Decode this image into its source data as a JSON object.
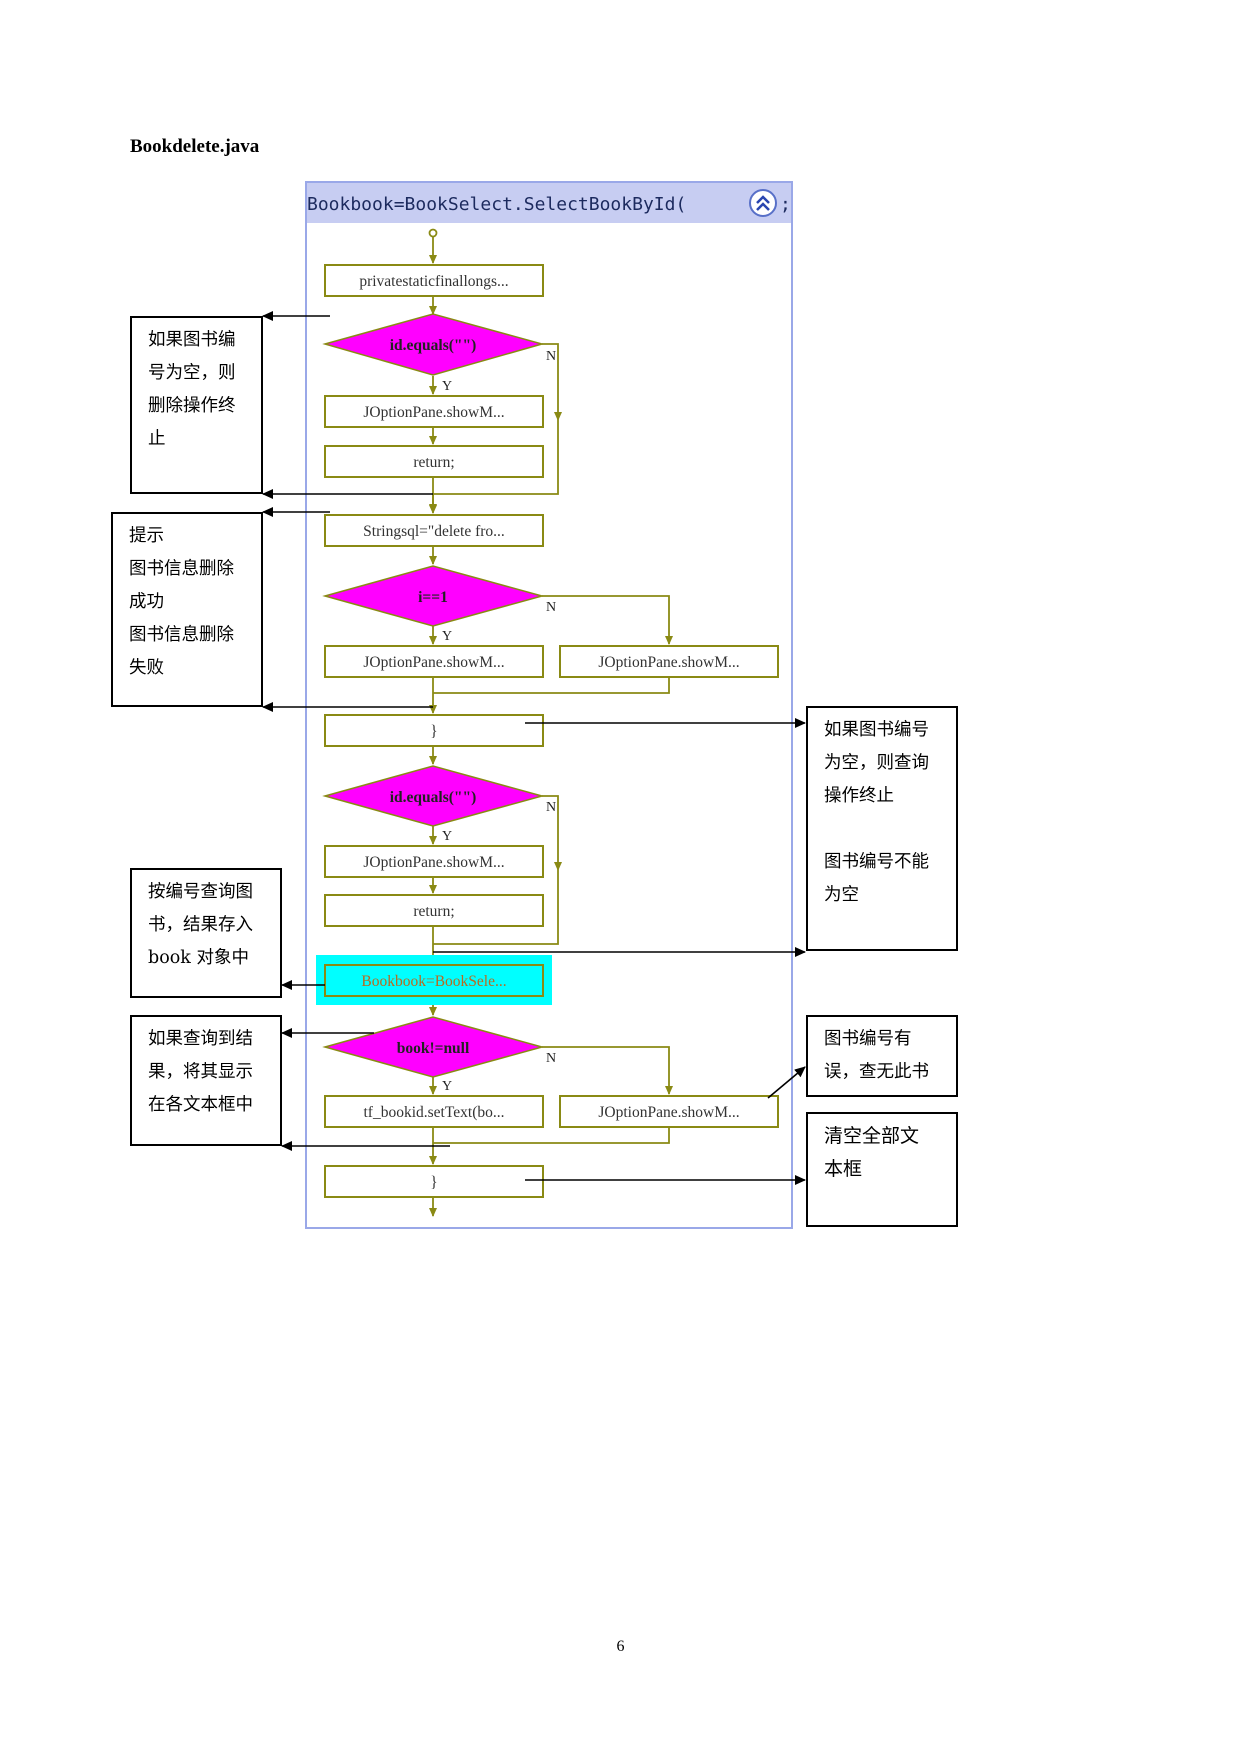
{
  "document": {
    "file_title": "Bookdelete.java",
    "page_number": "6"
  },
  "flowchart": {
    "header": "Bookbook=BookSelect.SelectBookById(",
    "header_suffix": ";",
    "collapse_icon": "double-chevron-up-icon",
    "nodes": {
      "n1": "privatestaticfinallongs...",
      "d1": "id.equals(\"\")",
      "n2": "JOptionPane.showM...",
      "n3": "return;",
      "n4": "Stringsql=\"delete fro...",
      "d2": "i==1",
      "n5": "JOptionPane.showM...",
      "n6": "JOptionPane.showM...",
      "n7": "}",
      "d3": "id.equals(\"\")",
      "n8": "JOptionPane.showM...",
      "n9": "return;",
      "n10": "Bookbook=BookSele...",
      "d4": "book!=null",
      "n11": "tf_bookid.setText(bo...",
      "n12": "JOptionPane.showM...",
      "n13": "}"
    },
    "yes_label": "Y",
    "no_label": "N",
    "colors": {
      "decision_fill": "#ff00ff",
      "connector": "#8a8a14",
      "highlight": "#00ffff",
      "frame_border": "#9aa8e8",
      "header_bg": "#c7cdf2"
    }
  },
  "annotations": {
    "note1": [
      "如果图书编",
      "号为空，则",
      "删除操作终",
      "止"
    ],
    "note2": [
      "提示",
      "图书信息删除",
      "成功",
      "图书信息删除",
      "失败"
    ],
    "note3": [
      "如果图书编号",
      "为空，则查询",
      "操作终止",
      "",
      "图书编号不能",
      "为空"
    ],
    "note4": [
      "按编号查询图",
      "书，结果存入",
      "book 对象中"
    ],
    "note5": [
      "如果查询到结",
      "果，将其显示",
      "在各文本框中"
    ],
    "note6": [
      "图书编号有",
      "误，查无此书"
    ],
    "note7": [
      "清空全部文",
      "本框"
    ]
  }
}
